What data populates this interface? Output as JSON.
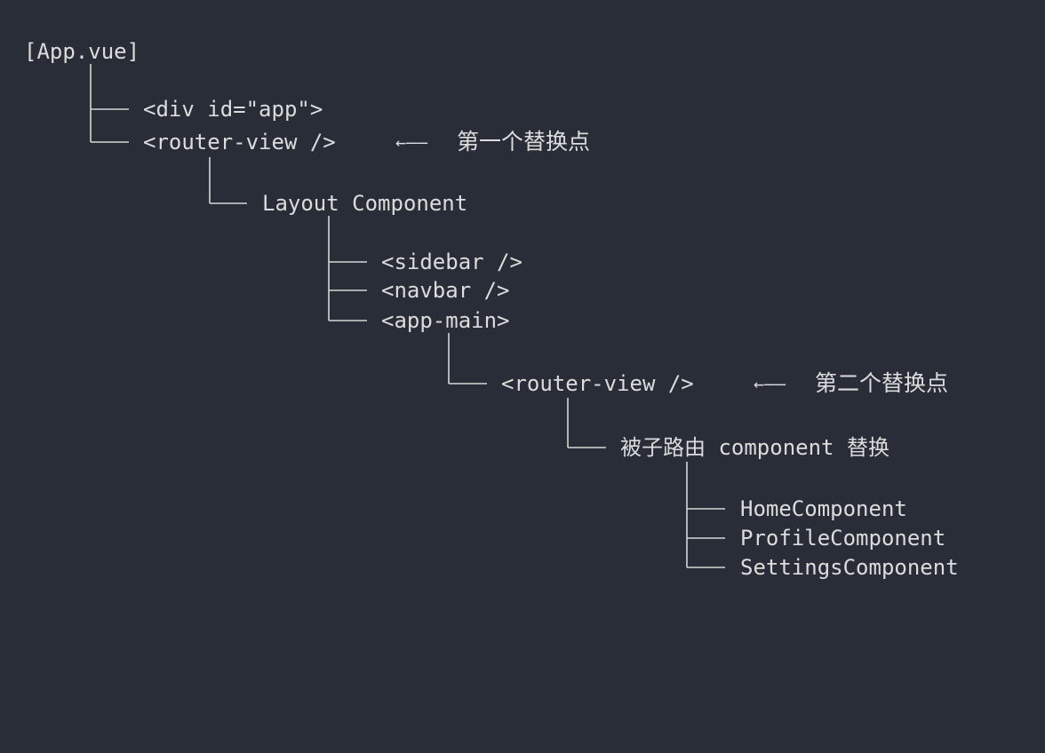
{
  "tree": {
    "root": "[App.vue]",
    "app_div": "<div id=\"app\">",
    "router_view_1": "<router-view />",
    "layout": "Layout Component",
    "sidebar": "<sidebar />",
    "navbar": "<navbar />",
    "app_main": "<app-main>",
    "router_view_2": "<router-view />",
    "child_route": "被子路由 component 替换",
    "home": "HomeComponent",
    "profile": "ProfileComponent",
    "settings": "SettingsComponent"
  },
  "annotations": {
    "arrow": "←——",
    "replace_point_1": "第一个替换点",
    "replace_point_2": "第二个替换点"
  },
  "colors": {
    "background": "#282d37",
    "text": "#dcdcdc",
    "lines": "#d6d6d6"
  }
}
